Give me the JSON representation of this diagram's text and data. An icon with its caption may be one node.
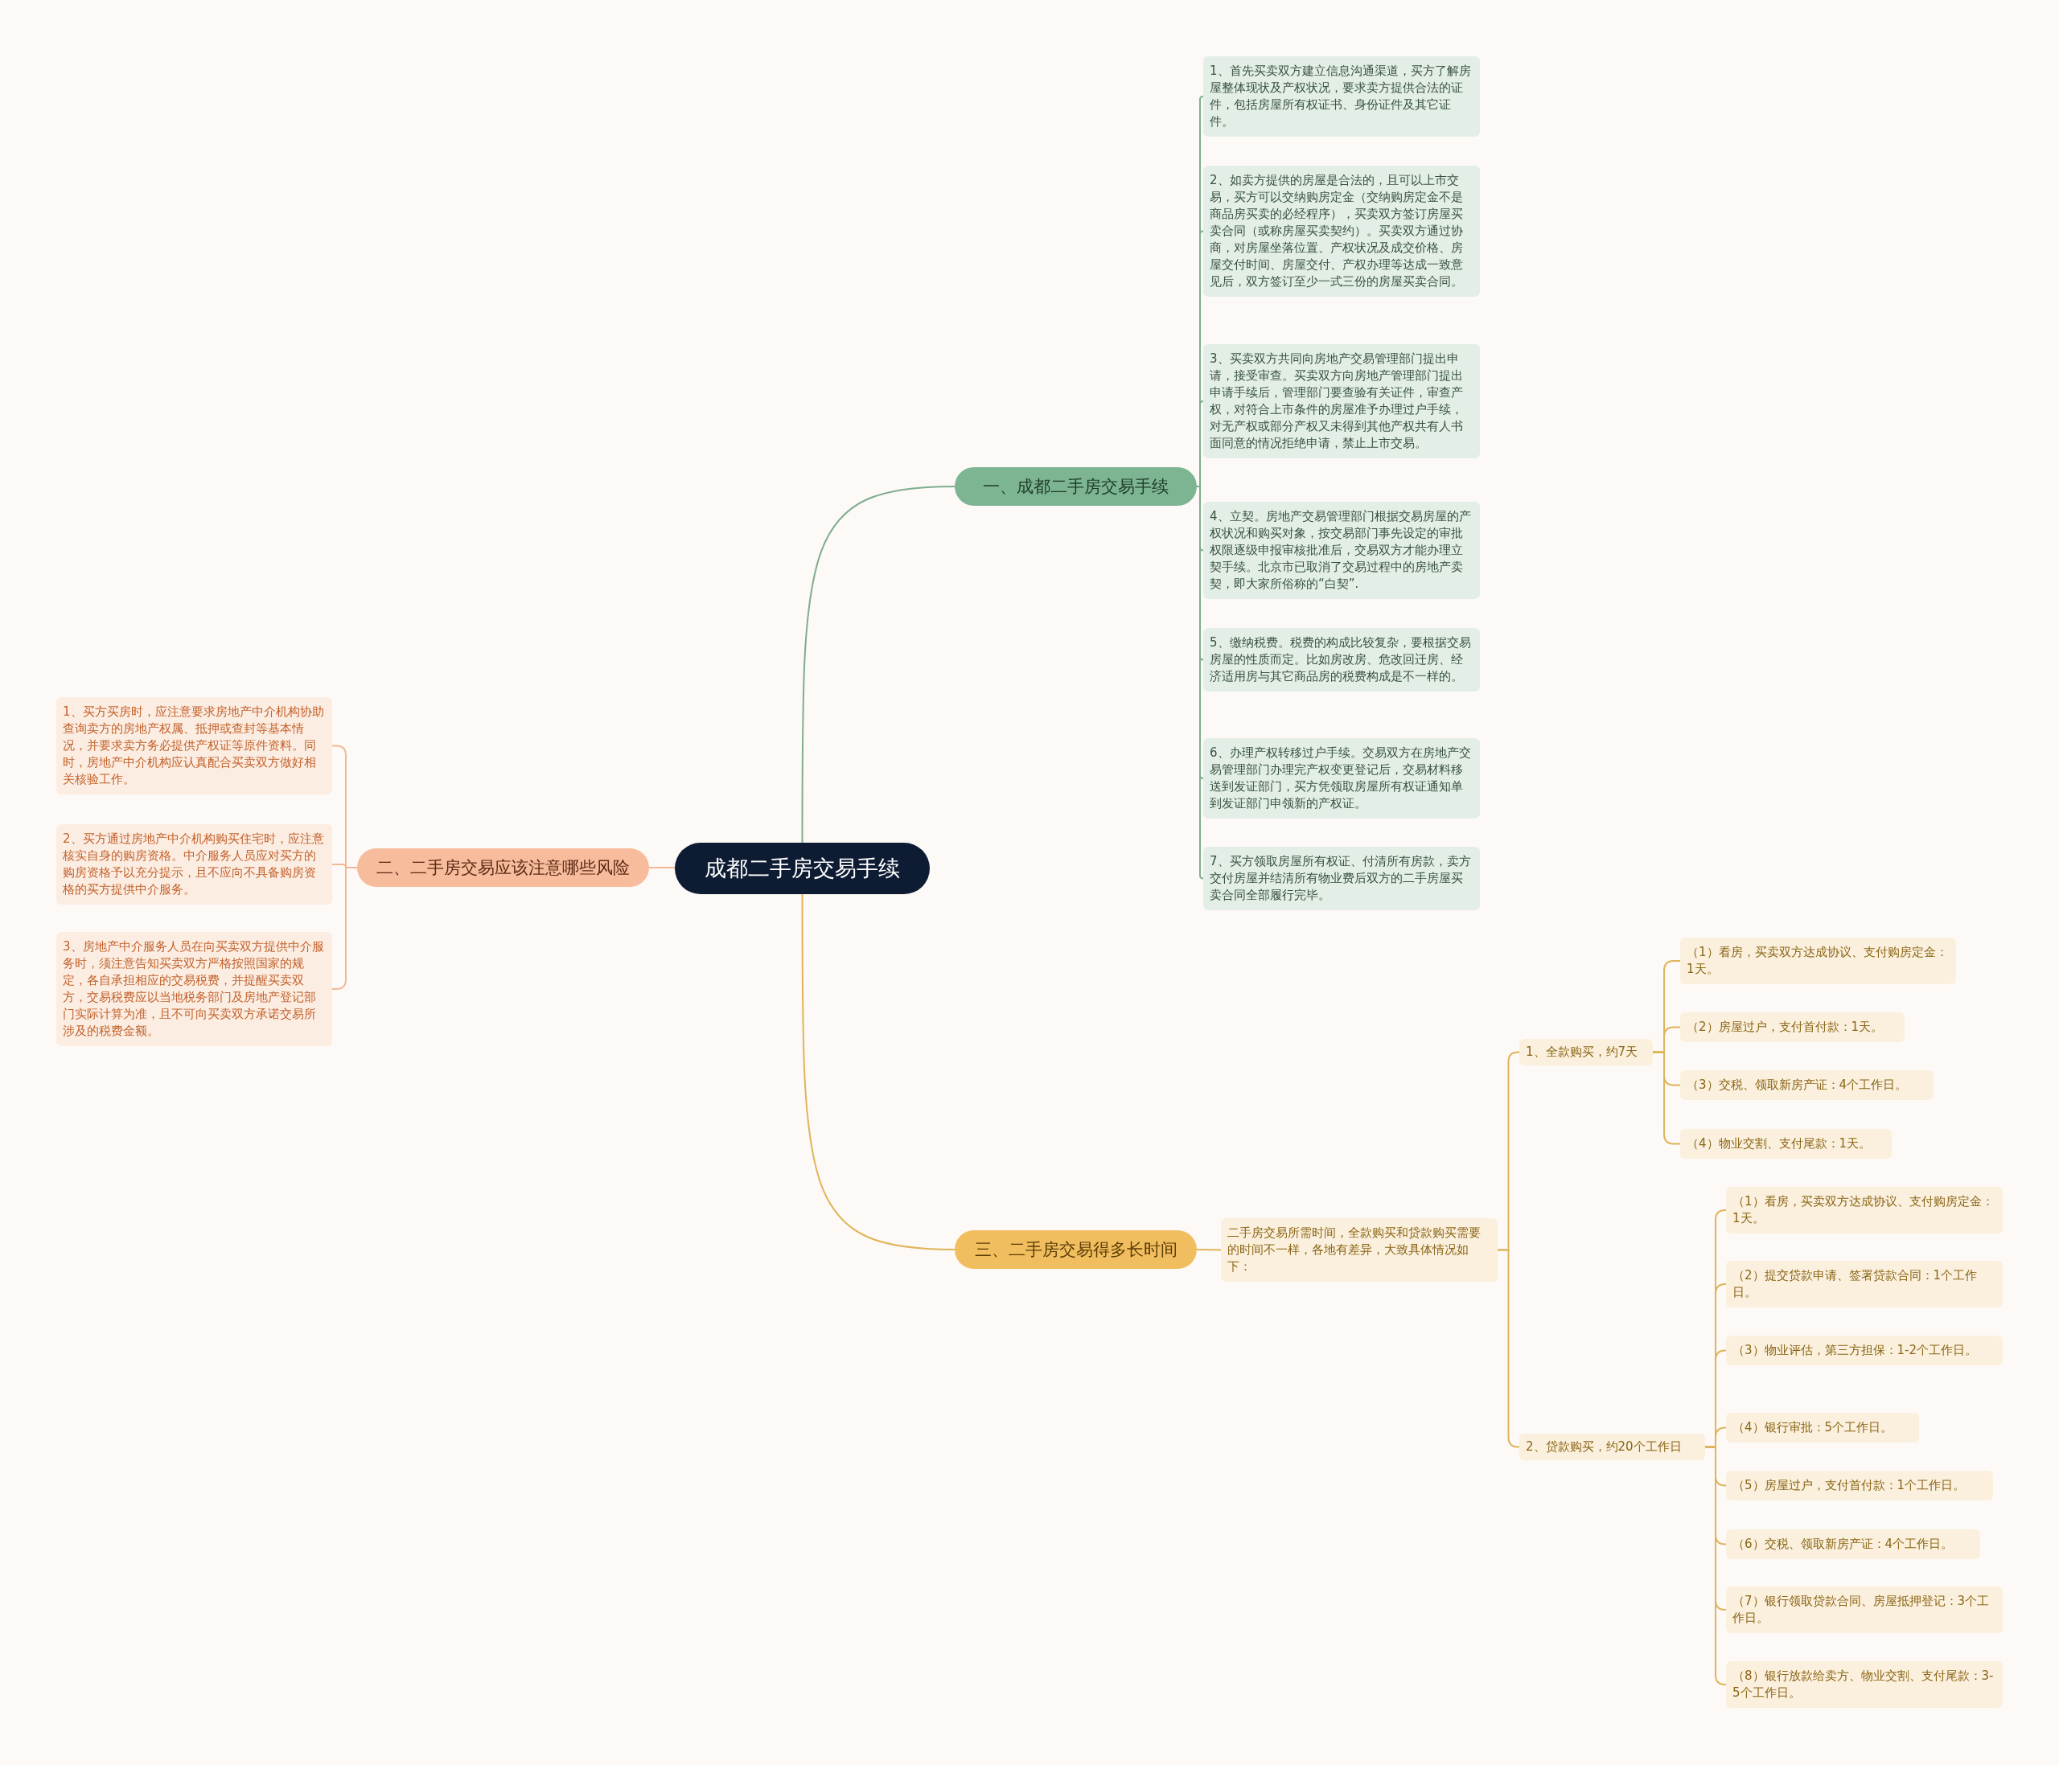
{
  "diagram": {
    "nodes": [
      {
        "text": [
          "成都二手房交易手续"
        ]
      },
      {
        "text": [
          "一、成都二手房交易手续"
        ]
      },
      {
        "text": [
          "1、首先买卖双方建立信息沟通渠道，买方了解房屋整体现状及产权状况，要求卖方提供合法的证件，包括房屋所有权证书、身份证件及其它证件。"
        ]
      },
      {
        "text": [
          "2、如卖方提供的房屋是合法的，且可以上市交易，买方可以交纳购房定金（交纳购房定金不是商品房买卖的必经程序），买卖双方签订房屋买卖合同（或称房屋买卖契约）。买卖双方通过协商，对房屋坐落位置、产权状况及成交价格、房屋交付时间、房屋交付、产权办理等达成一致意见后，双方签订至少一式三份的房屋买卖合同。"
        ]
      },
      {
        "text": [
          "3、买卖双方共同向房地产交易管理部门提出申请，接受审查。买卖双方向房地产管理部门提出申请手续后，管理部门要查验有关证件，审查产权，对符合上市条件的房屋准予办理过户手续，对无产权或部分产权又未得到其他产权共有人书面同意的情况拒绝申请，禁止上市交易。"
        ]
      },
      {
        "text": [
          "4、立契。房地产交易管理部门根据交易房屋的产权状况和购买对象，按交易部门事先设定的审批权限逐级申报审核批准后，交易双方才能办理立契手续。北京市已取消了交易过程中的房地产卖契，即大家所俗称的“白契”."
        ]
      },
      {
        "text": [
          "5、缴纳税费。税费的构成比较复杂，要根据交易房屋的性质而定。比如房改房、危改回迁房、经济适用房与其它商品房的税费构成是不一样的。"
        ]
      },
      {
        "text": [
          "6、办理产权转移过户手续。交易双方在房地产交易管理部门办理完产权变更登记后，交易材料移送到发证部门，买方凭领取房屋所有权证通知单到发证部门申领新的产权证。"
        ]
      },
      {
        "text": [
          "7、买方领取房屋所有权证、付清所有房款，卖方交付房屋并结清所有物业费后双方的二手房屋买卖合同全部履行完毕。"
        ]
      },
      {
        "text": [
          "二、二手房交易应该注意哪些风险"
        ]
      },
      {
        "text": [
          "1、买方买房时，应注意要求房地产中介机构协助查询卖方的房地产权属、抵押或查封等基本情况，并要求卖方务必提供产权证等原件资料。同时，房地产中介机构应认真配合买卖双方做好相关核验工作。"
        ]
      },
      {
        "text": [
          "2、买方通过房地产中介机构购买住宅时，应注意核实自身的购房资格。中介服务人员应对买方的购房资格予以充分提示，且不应向不具备购房资格的买方提供中介服务。"
        ]
      },
      {
        "text": [
          "3、房地产中介服务人员在向买卖双方提供中介服务时，须注意告知买卖双方严格按照国家的规定，各自承担相应的交易税费，并提醒买卖双方，交易税费应以当地税务部门及房地产登记部门实际计算为准，且不可向买卖双方承诺交易所涉及的税费金额。"
        ]
      },
      {
        "text": [
          "三、二手房交易得多长时间"
        ]
      },
      {
        "text": [
          "二手房交易所需时间，全款购买和贷款购买需要的时间不一样，各地有差异，大致具体情况如下："
        ]
      },
      {
        "text": [
          "1、全款购买，约7天"
        ]
      },
      {
        "text": [
          "（1）看房，买卖双方达成协议、支付购房定金：1天。"
        ]
      },
      {
        "text": [
          "（2）房屋过户，支付首付款：1天。"
        ]
      },
      {
        "text": [
          "（3）交税、领取新房产证：4个工作日。"
        ]
      },
      {
        "text": [
          "（4）物业交割、支付尾款：1天。"
        ]
      },
      {
        "text": [
          "2、贷款购买，约20个工作日"
        ]
      },
      {
        "text": [
          "（1）看房，买卖双方达成协议、支付购房定金：1天。"
        ]
      },
      {
        "text": [
          "（2）提交贷款申请、签署贷款合同：1个工作日。"
        ]
      },
      {
        "text": [
          "（3）物业评估，第三方担保：1-2个工作日。"
        ]
      },
      {
        "text": [
          "（4）银行审批：5个工作日。"
        ]
      },
      {
        "text": [
          "（5）房屋过户，支付首付款：1个工作日。"
        ]
      },
      {
        "text": [
          "（6）交税、领取新房产证：4个工作日。"
        ]
      },
      {
        "text": [
          "（7）银行领取贷款合同、房屋抵押登记：3个工作日。"
        ]
      },
      {
        "text": [
          "（8）银行放款给卖方、物业交割、支付尾款：3-5个工作日。"
        ]
      }
    ],
    "edges": [
      {
        "from": 0,
        "to": 1,
        "arrow": "none",
        "color": "#7fae8e"
      },
      {
        "from": 1,
        "to": 2,
        "arrow": "none",
        "color": "#7fae8e"
      },
      {
        "from": 1,
        "to": 3,
        "arrow": "none",
        "color": "#7fae8e"
      },
      {
        "from": 1,
        "to": 4,
        "arrow": "none",
        "color": "#7fae8e"
      },
      {
        "from": 1,
        "to": 5,
        "arrow": "none",
        "color": "#7fae8e"
      },
      {
        "from": 1,
        "to": 6,
        "arrow": "none",
        "color": "#7fae8e"
      },
      {
        "from": 1,
        "to": 7,
        "arrow": "none",
        "color": "#7fae8e"
      },
      {
        "from": 1,
        "to": 8,
        "arrow": "none",
        "color": "#7fae8e"
      },
      {
        "from": 0,
        "to": 9,
        "arrow": "none",
        "color": "#f2b896"
      },
      {
        "from": 9,
        "to": 10,
        "arrow": "none",
        "color": "#f2b896"
      },
      {
        "from": 9,
        "to": 11,
        "arrow": "none",
        "color": "#f2b896"
      },
      {
        "from": 9,
        "to": 12,
        "arrow": "none",
        "color": "#f2b896"
      },
      {
        "from": 0,
        "to": 13,
        "arrow": "none"
      },
      {
        "from": 13,
        "to": 14,
        "arrow": "none"
      },
      {
        "from": 14,
        "to": 15,
        "arrow": "none"
      },
      {
        "from": 15,
        "to": 16,
        "arrow": "none"
      },
      {
        "from": 15,
        "to": 17,
        "arrow": "none"
      },
      {
        "from": 15,
        "to": 18,
        "arrow": "none"
      },
      {
        "from": 15,
        "to": 19,
        "arrow": "none"
      },
      {
        "from": 14,
        "to": 20,
        "arrow": "none"
      },
      {
        "from": 20,
        "to": 21,
        "arrow": "none"
      },
      {
        "from": 20,
        "to": 22,
        "arrow": "none"
      },
      {
        "from": 20,
        "to": 23,
        "arrow": "none"
      },
      {
        "from": 20,
        "to": 24,
        "arrow": "none"
      },
      {
        "from": 20,
        "to": 25,
        "arrow": "none"
      },
      {
        "from": 20,
        "to": 26,
        "arrow": "none"
      },
      {
        "from": 20,
        "to": 27,
        "arrow": "none"
      },
      {
        "from": 20,
        "to": 28,
        "arrow": "none"
      }
    ]
  }
}
